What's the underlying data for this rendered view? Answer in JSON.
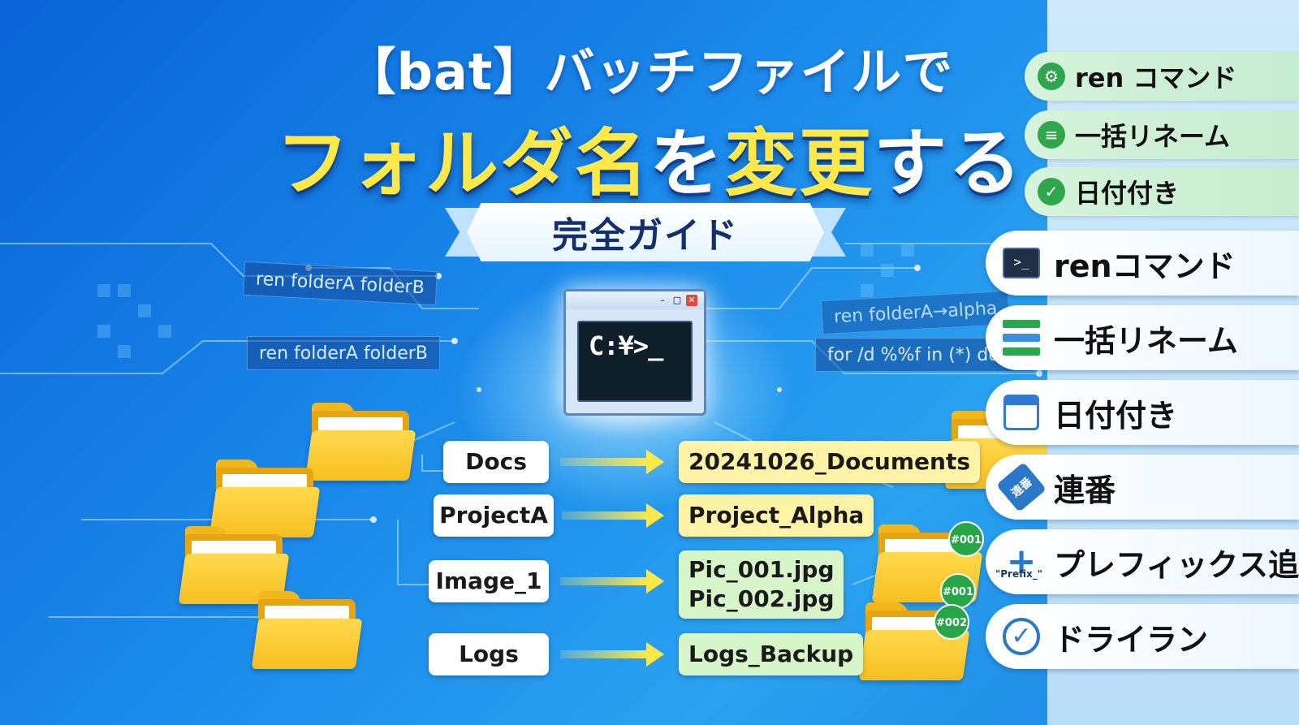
{
  "title": {
    "line1": "【bat】バッチファイルで",
    "line2_part1": "フォルダ名",
    "line2_part2": "を",
    "line2_part3": "変更",
    "line2_part4": "する",
    "ribbon": "完全ガイド"
  },
  "terminal": {
    "prompt": "C:¥>_",
    "min": "–",
    "max": "□",
    "close": "✕"
  },
  "code_tags": [
    {
      "text": "ren folderA folderB"
    },
    {
      "text": "ren folderA folderB"
    },
    {
      "text": "ren folderA→alpha"
    },
    {
      "text": "for /d %%f in (*) do ..."
    }
  ],
  "renames": [
    {
      "src": "Docs",
      "dst": "20241026_Documents",
      "dst_color": "#fff3a8"
    },
    {
      "src": "ProjectA",
      "dst": "Project_Alpha",
      "dst_color": "#fff3a8"
    },
    {
      "src": "Image_1",
      "dst_line1": "Pic_001.jpg",
      "dst_line2": "Pic_002.jpg",
      "dst_color": "#d6f5c9"
    },
    {
      "src": "Logs",
      "dst": "Logs_Backup",
      "dst_color": "#d6f5c9"
    }
  ],
  "badges": [
    "#001",
    "#001",
    "#002"
  ],
  "right_small_tags": [
    {
      "icon": "gear-icon",
      "glyph": "⚙",
      "label": "ren コマンド"
    },
    {
      "icon": "list-icon",
      "glyph": "≡",
      "label": "一括リネーム"
    },
    {
      "icon": "check-icon",
      "glyph": "✓",
      "label": "日付付き"
    }
  ],
  "right_big_tags": [
    {
      "icon": "terminal-icon",
      "glyph": ">_",
      "label": "renコマンド"
    },
    {
      "icon": "batch-icon",
      "label": "一括リネーム"
    },
    {
      "icon": "calendar-icon",
      "label": "日付付き"
    },
    {
      "icon": "tag-icon",
      "glyph": "連番",
      "label": "連番"
    },
    {
      "icon": "plus-icon",
      "glyph": "+",
      "sub": "\"Prefix_\"",
      "label": "プレフィックス追加"
    },
    {
      "icon": "check-circle-icon",
      "glyph": "✓",
      "label": "ドライラン"
    }
  ],
  "colors": {
    "accent_yellow": "#ffe94a",
    "background_blue": "#1a88ea",
    "green": "#27a547"
  }
}
